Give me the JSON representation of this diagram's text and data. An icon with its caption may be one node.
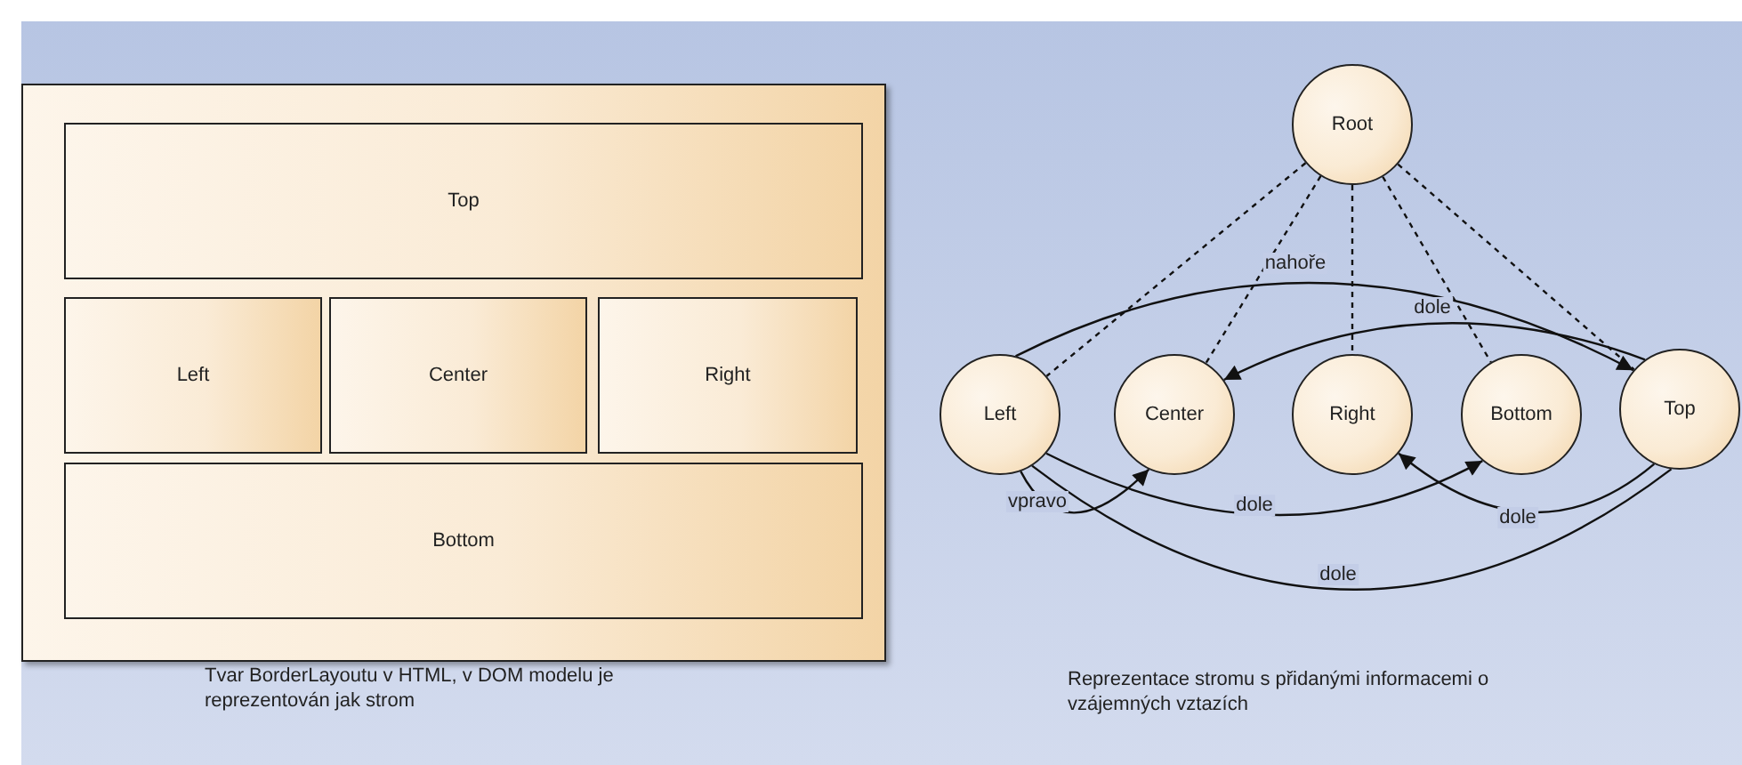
{
  "diagram": {
    "nodes": [
      {
        "text": [],
        "shape": "box"
      },
      {
        "text": [
          "Top"
        ],
        "in": 0
      },
      {
        "text": [
          "Left"
        ],
        "in": 0
      },
      {
        "text": [
          "Center"
        ],
        "in": 0
      },
      {
        "text": [
          "Right"
        ],
        "in": 0
      },
      {
        "text": [
          "Bottom"
        ],
        "in": 0
      },
      {
        "text": [
          "Root"
        ]
      },
      {
        "text": [
          "Left"
        ]
      },
      {
        "text": [
          "Center"
        ]
      },
      {
        "text": [
          "Right"
        ]
      },
      {
        "text": [
          "Bottom"
        ]
      },
      {
        "text": [
          "Top"
        ]
      }
    ],
    "edges": [
      {
        "from": 6,
        "to": 7,
        "arrow": "none",
        "style": "dashed"
      },
      {
        "from": 6,
        "to": 8,
        "arrow": "none",
        "style": "dashed"
      },
      {
        "from": 6,
        "to": 9,
        "arrow": "none",
        "style": "dashed"
      },
      {
        "from": 6,
        "to": 10,
        "arrow": "none",
        "style": "dashed"
      },
      {
        "from": 6,
        "to": 11,
        "arrow": "none",
        "style": "dashed"
      },
      {
        "from": 7,
        "to": 11,
        "arrow": "to",
        "label": "nahoře"
      },
      {
        "from": 11,
        "to": 8,
        "arrow": "to",
        "label": "dole"
      },
      {
        "from": 7,
        "to": 8,
        "arrow": "to",
        "label": "vpravo"
      },
      {
        "from": 7,
        "to": 10,
        "arrow": "to",
        "label": "dole"
      },
      {
        "from": 11,
        "to": 9,
        "arrow": "to",
        "label": "dole"
      },
      {
        "from": 11,
        "to": 7,
        "arrow": "none",
        "label": "dole"
      }
    ],
    "labels": [
      "Tvar BorderLayoutu v HTML, v DOM modelu je reprezentován jak strom",
      "Reprezentace stromu s přidanými informacemi o vzájemných vztazích"
    ]
  }
}
